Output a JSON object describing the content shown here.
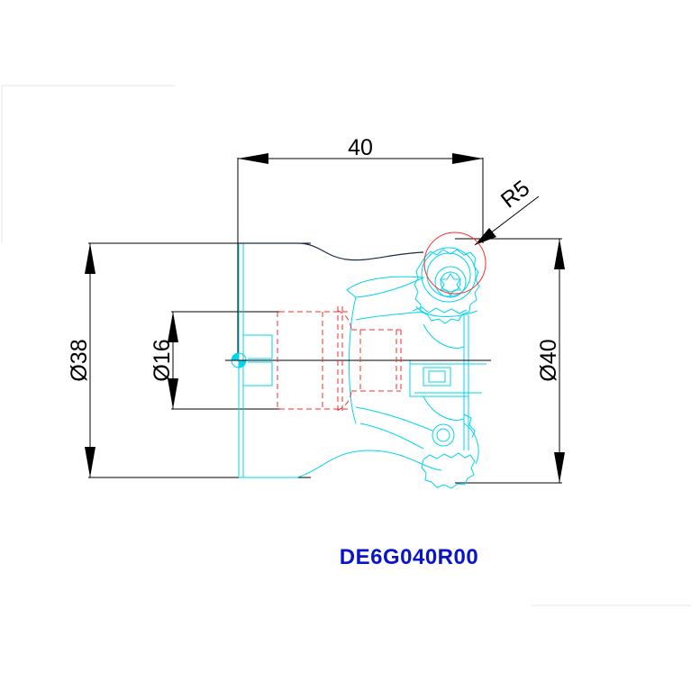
{
  "drawing": {
    "dimensions": {
      "width": "40",
      "radius": "R5",
      "shank_diameter": "Ø38",
      "bore_diameter": "Ø16",
      "cutting_diameter": "Ø40"
    },
    "part_code": "DE6G040R00",
    "colors": {
      "dimension": "#000000",
      "outline": "#00d5ee",
      "hidden": "#ff2a2a",
      "part_code": "#0a14c8"
    }
  }
}
